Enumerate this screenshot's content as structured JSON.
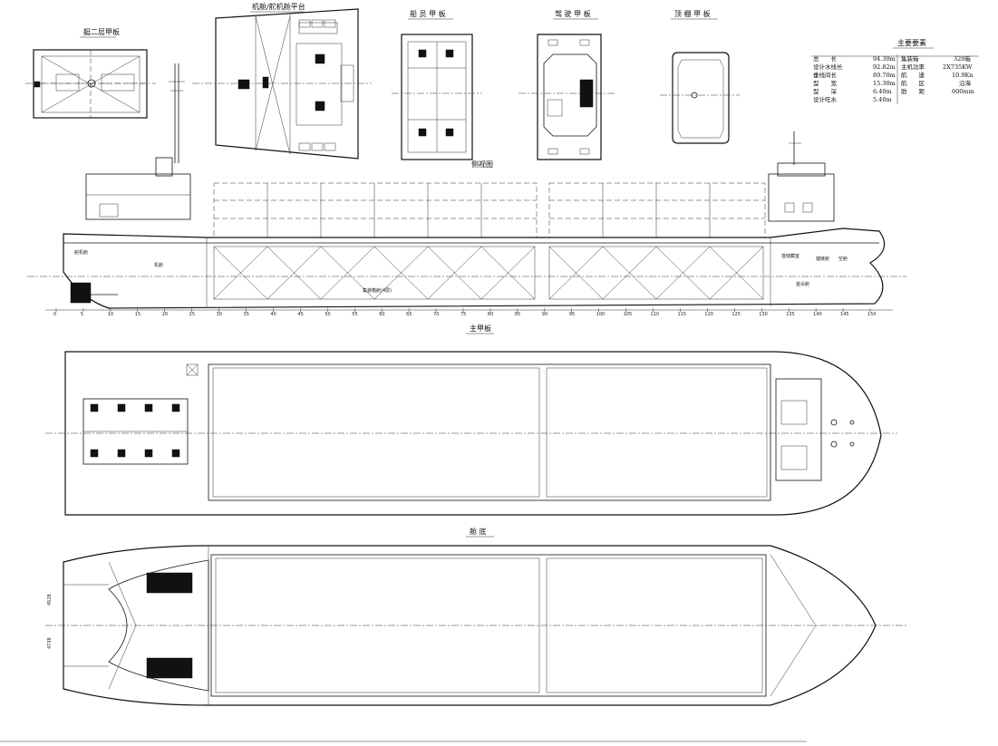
{
  "views": {
    "second_deck": "艇二层甲板",
    "wheelhouse_top": "机舱/舵机舱平台",
    "crew_deck": "船 员 甲 板",
    "bridge_deck": "驾 驶 甲 板",
    "top_deck": "顶 棚 甲 板",
    "profile": "侧视图",
    "main_deck": "主甲板",
    "hold_bottom": "舱 底"
  },
  "spec_table": {
    "title": "主要要素",
    "left": [
      {
        "k": "总　　长",
        "v": "94.30m"
      },
      {
        "k": "设计水线长",
        "v": "92.82m"
      },
      {
        "k": "垂线间长",
        "v": "89.70m"
      },
      {
        "k": "型　　宽",
        "v": "15.30m"
      },
      {
        "k": "型　　深",
        "v": "6.40m"
      },
      {
        "k": "设计吃水",
        "v": "5.40m"
      }
    ],
    "right": [
      {
        "k": "集装箱",
        "v": "320箱"
      },
      {
        "k": "主机功率",
        "v": "2X735KW"
      },
      {
        "k": "航　　速",
        "v": "10.9Kn"
      },
      {
        "k": "航　　区",
        "v": "沿海"
      },
      {
        "k": "肋　　距",
        "v": "600mm"
      }
    ]
  },
  "profile_labels": {
    "engine_room": "机舱",
    "steering": "舵机舱",
    "hold1": "集装箱舱(4层)",
    "fore_peak": "首尖舱",
    "chain": "锚链舱",
    "bosun": "首储藏室",
    "void": "空舱"
  },
  "dims": {
    "upper": "4528",
    "lower": "4738"
  },
  "frame_ticks": [
    "0",
    "5",
    "10",
    "15",
    "20",
    "25",
    "30",
    "35",
    "40",
    "45",
    "50",
    "55",
    "60",
    "65",
    "70",
    "75",
    "80",
    "85",
    "90",
    "95",
    "100",
    "105",
    "110",
    "115",
    "120",
    "125",
    "130",
    "135",
    "140",
    "145",
    "150"
  ]
}
